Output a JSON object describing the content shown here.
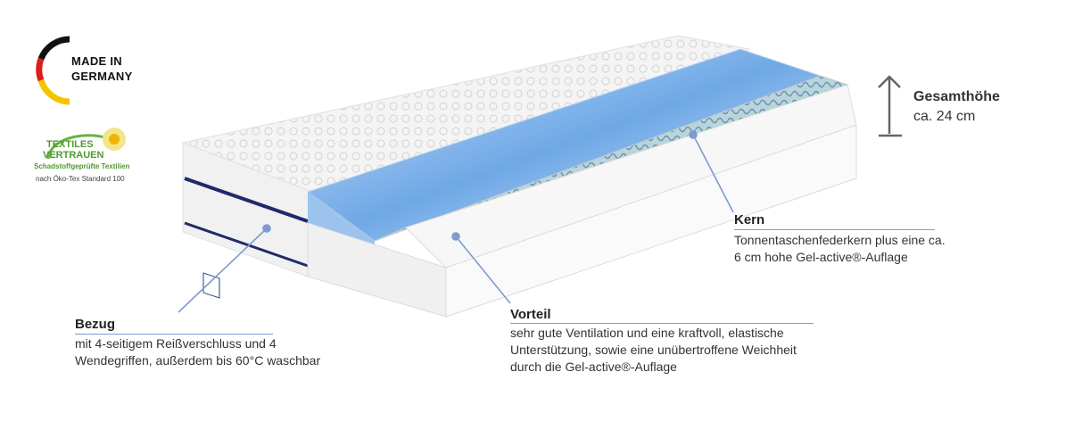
{
  "badges": {
    "made_in_line1": "MADE IN",
    "made_in_line2": "GERMANY",
    "textiles_line1": "TEXTILES",
    "textiles_line2": "VERTRAUEN",
    "textiles_line3": "Schadstoffgeprüfte Textilien",
    "textiles_line4": "nach Öko-Tex Standard 100"
  },
  "height": {
    "title": "Gesamthöhe",
    "value": "ca. 24 cm"
  },
  "callouts": {
    "kern": {
      "title": "Kern",
      "text_line1": "Tonnentaschenfederkern plus eine ca.",
      "text_line2": "6 cm hohe Gel-active®-Auflage"
    },
    "bezug": {
      "title": "Bezug",
      "text_line1": "mit 4-seitigem Reißverschluss und 4",
      "text_line2": "Wendegriffen, außerdem bis 60°C waschbar"
    },
    "vorteil": {
      "title": "Vorteil",
      "text_line1": "sehr gute Ventilation und eine kraftvoll, elastische",
      "text_line2": "Unterstützung, sowie eine unübertroffene Weichheit",
      "text_line3": "durch die Gel-active®-Auflage"
    }
  },
  "colors": {
    "callout_line": "#7d9bd0",
    "gel_blue": "#6fa8e6",
    "flag_black": "#111111",
    "flag_red": "#dd1c1c",
    "flag_gold": "#f5c400",
    "textiles_green": "#6ab245"
  }
}
